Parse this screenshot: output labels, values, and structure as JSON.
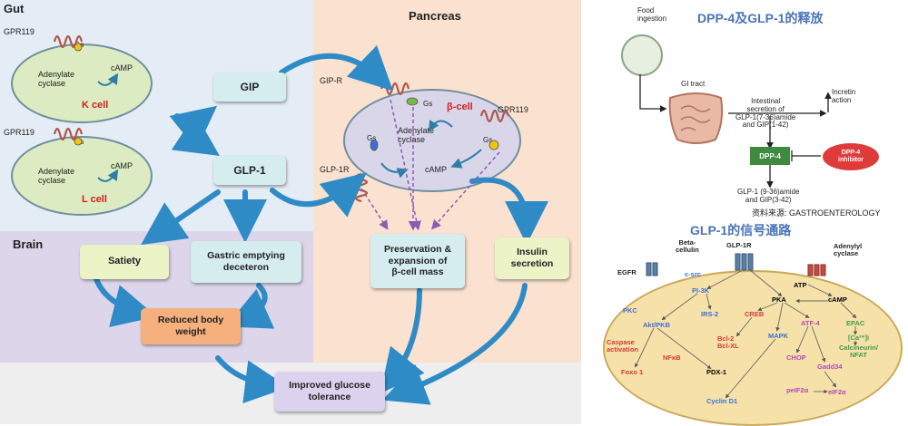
{
  "left_diagram": {
    "regions": {
      "gut": "Gut",
      "pancreas": "Pancreas",
      "brain": "Brain"
    },
    "k_cell": {
      "receptor": "GPR119",
      "gs": "Gs",
      "enzyme": "Adenylate\ncyclase",
      "camp": "cAMP",
      "name": "K cell"
    },
    "l_cell": {
      "receptor": "GPR119",
      "gs": "Gs",
      "enzyme": "Adenylate\ncyclase",
      "camp": "cAMP",
      "name": "L cell"
    },
    "beta_cell": {
      "name": "β-cell",
      "gip_r": "GIP-R",
      "glp1r": "GLP-1R",
      "gpr119": "GPR119",
      "gs_left": "Gs",
      "gs_top": "Gs",
      "gs_right": "Gs",
      "enzyme": "Adenylate\ncyclase",
      "camp": "cAMP"
    },
    "boxes": {
      "gip": "GIP",
      "glp1": "GLP-1",
      "satiety": "Satiety",
      "gastric": "Gastric emptying\ndeceteron",
      "reduced": "Reduced body\nweight",
      "preservation": "Preservation &\nexpansion of\nβ-cell mass",
      "insulin": "Insulin\nsecretion",
      "improved": "Improved glucose\ntolerance"
    },
    "colors": {
      "gut_bg": "#e4ecf5",
      "pancreas_bg": "#fbe1cf",
      "brain_bg": "#ddd6ea",
      "cell_fill": "#dcebc1",
      "arrow": "#2e8bc6",
      "dashed": "#8a5bb5"
    }
  },
  "right_top": {
    "title": "DPP-4及GLP-1的释放",
    "food": "Food\ningestion",
    "gi": "GI tract",
    "secretion": "Intestinal\nsecretion of\nGLP-1(7-36)amide\nand GIP(1-42)",
    "incretin": "Incretin\naction",
    "dpp4": "DPP-4",
    "inhibitor": "DPP-4\ninhibitor",
    "product": "GLP-1 (9-36)amide\nand GIP(3-42)",
    "source": "资料来源:  GASTROENTEROLOGY"
  },
  "right_bottom": {
    "title": "GLP-1的信号通路",
    "labels": {
      "betacellulin": "Beta-\ncellulin",
      "glp1r": "GLP-1R",
      "adenylyl": "Adenylyl\ncyclase",
      "egfr": "EGFR",
      "csrc": "c-src",
      "atp": "ATP",
      "pi3k": "PI-3K",
      "pka": "PKA",
      "camp": "cAMP",
      "pkc": "PKC",
      "aktpkb": "Akt/PKB",
      "irs2": "IRS-2",
      "creb": "CREB",
      "atf4": "ATF-4",
      "epac": "EPAC",
      "mapk": "MAPK",
      "bcl": "Bcl-2\nBcl-XL",
      "ca": "[Ca²⁺]i",
      "caspase": "Caspase\nactivation",
      "nfkb": "NFκB",
      "chop": "CHOP",
      "gadd34": "Gadd34",
      "calcineurin": "Calcineurin/\nNFAT",
      "foxo1": "Foxo 1",
      "pdx1": "PDX-1",
      "peif": "peIF2α",
      "eif": "eIF2α",
      "cyclin": "Cyclin D1"
    }
  }
}
